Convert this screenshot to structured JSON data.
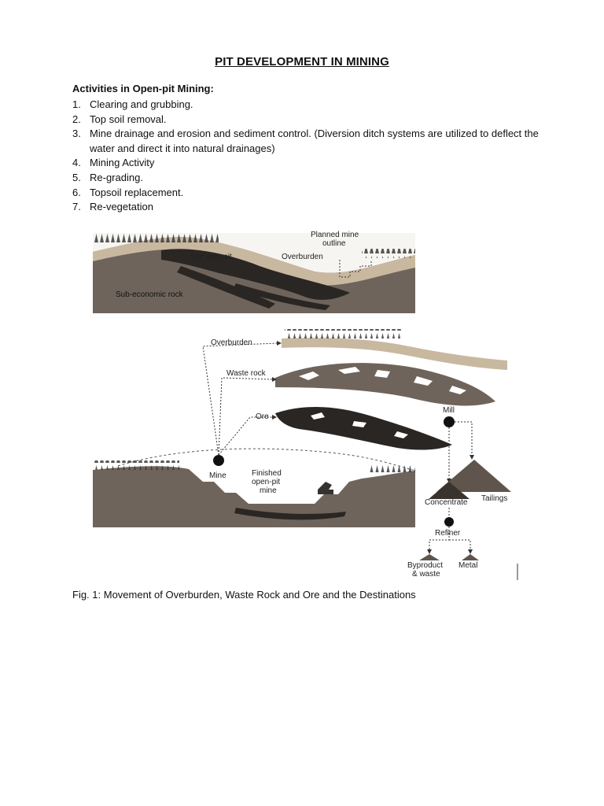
{
  "document": {
    "title": "PIT DEVELOPMENT IN MINING",
    "activities_heading": "Activities in Open-pit Mining:",
    "activities": [
      {
        "num": "1.",
        "text": "Clearing and grubbing."
      },
      {
        "num": "2.",
        "text": "Top soil removal."
      },
      {
        "num": "3.",
        "text": "Mine drainage and erosion and sediment control. (Diversion ditch systems are utilized to deflect the water and direct it into natural drainages)"
      },
      {
        "num": "4.",
        "text": "Mining Activity"
      },
      {
        "num": "5.",
        "text": "Re-grading."
      },
      {
        "num": "6.",
        "text": "Topsoil replacement."
      },
      {
        "num": "7.",
        "text": "Re-vegetation"
      }
    ],
    "caption": "Fig. 1: Movement of Overburden, Waste Rock and Ore and the Destinations"
  },
  "figure": {
    "top_panel": {
      "planned_mine_line1": "Planned mine",
      "planned_mine_line2": "outline",
      "ore_deposit": "Ore deposit",
      "overburden": "Overburden",
      "sub_economic_rock": "Sub-economic rock"
    },
    "flow": {
      "overburden": "Overburden",
      "waste_rock": "Waste rock",
      "ore": "Ore",
      "mill": "Mill",
      "mine": "Mine",
      "finished_line1": "Finished",
      "finished_line2": "open-pit",
      "finished_line3": "mine",
      "concentrate": "Concentrate",
      "tailings": "Tailings",
      "refiner": "Refiner",
      "byproduct_line1": "Byproduct",
      "byproduct_line2": "& waste",
      "metal": "Metal"
    }
  },
  "colors": {
    "rock": "#6f645b",
    "overburden": "#c9b8a0",
    "ore": "#2a2623",
    "trees": "#3a3a3a"
  }
}
